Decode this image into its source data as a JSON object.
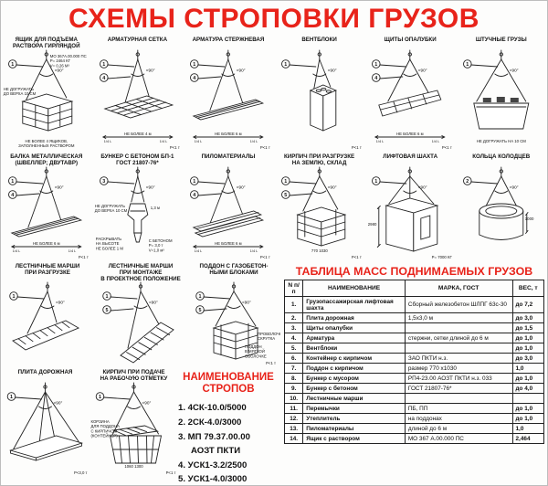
{
  "poster": {
    "title": "СХЕМЫ СТРОПОВКИ ГРУЗОВ"
  },
  "colors": {
    "accent": "#e8231a",
    "ink": "#111111",
    "line": "#222222"
  },
  "diagrams": [
    {
      "id": "yaschik-rastvora",
      "row": 1,
      "title": "ЯЩИК ДЛЯ ПОДЪЕМА\nРАСТВОРА ГИРЛЯНДОЙ",
      "shape": "box",
      "markers": [
        "1"
      ],
      "angle": "<90°",
      "notes": [
        {
          "pos": "tr",
          "text": "МО 367А.00.000 ПС\nР= 2464 КГ\nV= 0,26 М³"
        },
        {
          "pos": "left",
          "text": "НЕ ДОГРУЖАТЬ\nДО ВЕРХА 10 СМ"
        },
        {
          "pos": "bottom",
          "text": "НЕ БОЛЕЕ 4 ЯЩИКОВ,\nЗАПОЛНЕННЫХ РАСТВОРОМ"
        }
      ]
    },
    {
      "id": "armaturnaya-setka",
      "row": 1,
      "title": "АРМАТУРНАЯ СЕТКА",
      "shape": "grid",
      "markers": [
        "1",
        "4"
      ],
      "angle": "<90°",
      "dim_main": "НЕ БОЛЕЕ 4 м",
      "dim_ends": "1/4 L",
      "footer": "Р<1 т"
    },
    {
      "id": "armatura-sterzhnevaya",
      "row": 1,
      "title": "АРМАТУРА СТЕРЖНЕВАЯ",
      "shape": "longbar",
      "markers": [
        "1",
        "4"
      ],
      "angle": "<90°",
      "dim_main": "НЕ БОЛЕЕ 6 м",
      "dim_ends": "1/4 L",
      "footer": "Р<1 т"
    },
    {
      "id": "ventbloki",
      "row": 1,
      "title": "ВЕНТБЛОКИ",
      "shape": "block",
      "markers": [
        "1"
      ],
      "angle": "<90°",
      "footer": "Р<1 т"
    },
    {
      "id": "shchity-opalubki",
      "row": 1,
      "title": "ЩИТЫ ОПАЛУБКИ",
      "shape": "panel",
      "markers": [
        "1",
        "4"
      ],
      "angle": "<90°",
      "dim_main": "НЕ БОЛЕЕ 6 м",
      "dim_ends": "1/4 L",
      "footer": "Р<1 т"
    },
    {
      "id": "shtuchnye-gruzy",
      "row": 1,
      "title": "ШТУЧНЫЕ ГРУЗЫ",
      "shape": "tray",
      "markers": [
        "1"
      ],
      "angle": "<90°",
      "notes": [
        {
          "pos": "bottom",
          "text": "НЕ ДОГРУЖАТЬ НА 10 СМ"
        }
      ]
    },
    {
      "id": "balka-metallicheskaya",
      "row": 2,
      "title": "БАЛКА МЕТАЛЛИЧЕСКАЯ\n(ШВЕЛЛЕР; ДВУТАВР)",
      "shape": "longbar",
      "markers": [
        "1",
        "4"
      ],
      "angle": "<90°",
      "dim_main": "НЕ БОЛЕЕ 6 м",
      "dim_ends": "1/4 L",
      "footer": "Р<1 т"
    },
    {
      "id": "bunker-s-betonom",
      "row": 2,
      "title": "БУНКЕР С БЕТОНОМ БП-1\nГОСТ 21807-76*",
      "shape": "cone",
      "markers": [
        "3"
      ],
      "angle": "<90°",
      "notes": [
        {
          "pos": "left",
          "text": "НЕ ДОГРУЖАТЬ\nДО ВЕРХА 10 СМ"
        },
        {
          "pos": "bl",
          "text": "РАСКРЫВАТЬ\nНА ВЫСОТЕ\nНЕ БОЛЕЕ 1 М"
        },
        {
          "pos": "rightup",
          "text": "1,3 м"
        },
        {
          "pos": "br",
          "text": "С БЕТОНОМ\nР= 3,0 т\nV=1,0 м³"
        }
      ]
    },
    {
      "id": "pilomaterialy",
      "row": 2,
      "title": "ПИЛОМАТЕРИАЛЫ",
      "shape": "planks",
      "markers": [
        "1",
        "4"
      ],
      "angle": "<90°",
      "dim_main": "НЕ БОЛЕЕ 6 м",
      "dim_ends": "1/4 L",
      "footer": "Р<1 т"
    },
    {
      "id": "kirpich-razgruzka",
      "row": 2,
      "title": "КИРПИЧ ПРИ РАЗГРУЗКЕ\nНА ЗЕМЛЮ, СКЛАД",
      "shape": "stack",
      "markers": [
        "1",
        "5"
      ],
      "angle": "<90°",
      "notes": [
        {
          "pos": "bottom",
          "text": "770            1030"
        }
      ],
      "footer": "Р<1 т"
    },
    {
      "id": "liftovaya-shakhta",
      "row": 2,
      "title": "ЛИФТОВАЯ ШАХТА",
      "shape": "shaft",
      "markers": [
        "1"
      ],
      "angle": "<90°",
      "notes": [
        {
          "pos": "leftmid",
          "text": "2980"
        }
      ],
      "footer": "Р= 7000 КГ"
    },
    {
      "id": "koltsa-kolodtsev",
      "row": 2,
      "title": "КОЛЬЦА КОЛОДЦЕВ",
      "shape": "cylinder",
      "markers": [
        "2"
      ],
      "angle": "<90°",
      "notes": [
        {
          "pos": "right",
          "text": "1000"
        }
      ]
    },
    {
      "id": "lestnichnye-marshi-razgruzka",
      "row": 3,
      "title": "ЛЕСТНИЧНЫЕ МАРШИ\nПРИ РАЗГРУЗКЕ",
      "shape": "stairs1",
      "markers": [
        "1"
      ],
      "angle": "<90°"
    },
    {
      "id": "lestnichnye-marshi-montazh",
      "row": 3,
      "title": "ЛЕСТНИЧНЫЕ МАРШИ\nПРИ МОНТАЖЕ\nВ ПРОЕКТНОЕ ПОЛОЖЕНИЕ",
      "shape": "stairs2",
      "markers": [
        "1",
        "5"
      ],
      "angle": "<90°"
    },
    {
      "id": "poddon-gazobeton",
      "row": 3,
      "title": "ПОДДОН С ГАЗОБЕТОН-\nНЫМИ БЛОКАМИ",
      "shape": "softpallet",
      "markers": [
        "1",
        "5"
      ],
      "angle": "<90°",
      "notes": [
        {
          "pos": "right",
          "text": "ПРОВОЛОЧНАЯ\nСКРУТКА"
        },
        {
          "pos": "br",
          "text": "ПОДДОН\nВ МЯГКОЙ\nОБОЛОЧКЕ"
        }
      ],
      "footer": "Р<1 т"
    },
    {
      "id": "plita-dorozhnaya",
      "row": 4,
      "title": "ПЛИТА ДОРОЖНАЯ",
      "shape": "slab",
      "markers": [
        "1"
      ],
      "angle": "<90°",
      "footer": "Р<3,0 т"
    },
    {
      "id": "kirpich-podacha",
      "row": 4,
      "title": "КИРПИЧ ПРИ ПОДАЧЕ\nНА РАБОЧУЮ ОТМЕТКУ",
      "shape": "basket",
      "markers": [
        "1"
      ],
      "angle": "<90°",
      "notes": [
        {
          "pos": "left",
          "text": "КОРЗИНА\nДЛЯ ПОДДОНА\nС КИРПИЧОМ\n(КОНТЕЙНЕР)"
        },
        {
          "pos": "bottom",
          "text": "1060        1300"
        }
      ],
      "footer": "Р<1 т"
    }
  ],
  "slings": {
    "heading1": "НАИМЕНОВАНИЕ",
    "heading2": "СТРОПОВ",
    "items": [
      "1. 4СК-10.0/5000",
      "2. 2СК-4.0/3000",
      "3. МП 79.37.00.00",
      "АОЗТ ПКТИ",
      "4. УСК1-3.2/2500",
      "5. УСК1-4.0/3000"
    ]
  },
  "table": {
    "title": "ТАБЛИЦА МАСС ПОДНИМАЕМЫХ ГРУЗОВ",
    "columns": [
      "N п/п",
      "НАИМЕНОВАНИЕ",
      "МАРКА, ГОСТ",
      "ВЕС, т"
    ],
    "rows": [
      [
        "1.",
        "Грузопассажирская лифтовая шахта",
        "Сборный железобетон ШЛПГ 63с-30",
        "до 7,2"
      ],
      [
        "2.",
        "Плита дорожная",
        "1,5х3,0 м",
        "до 3,0"
      ],
      [
        "3.",
        "Щиты опалубки",
        "",
        "до 1,5"
      ],
      [
        "4.",
        "Арматура",
        "стержни, сетки длиной до 6 м",
        "до 1,0"
      ],
      [
        "5.",
        "Вентблоки",
        "",
        "до 1,0"
      ],
      [
        "6.",
        "Контейнер с кирпичом",
        "ЗАО ПКТИ н.з.",
        "до 3,0"
      ],
      [
        "7.",
        "Поддон с кирпичом",
        "размер 770 х1030",
        "1,0"
      ],
      [
        "8.",
        "Бункер с мусором",
        "РП4-23.00 АОЗТ ПКТИ н.з. 033",
        "до 1,0"
      ],
      [
        "9.",
        "Бункер с бетоном",
        "ГОСТ 21807-76*",
        "до 4,0"
      ],
      [
        "10.",
        "Лестничные марши",
        "",
        ""
      ],
      [
        "11.",
        "Перемычки",
        "ПБ, ПП",
        "до 1,0"
      ],
      [
        "12.",
        "Утеплитель",
        "на поддонах",
        "до 1,0"
      ],
      [
        "13.",
        "Пиломатериалы",
        "длиной до 6 м",
        "1,0"
      ],
      [
        "14.",
        "Ящик с раствором",
        "МО 367 А.00.000 ПС",
        "2,464"
      ]
    ]
  }
}
